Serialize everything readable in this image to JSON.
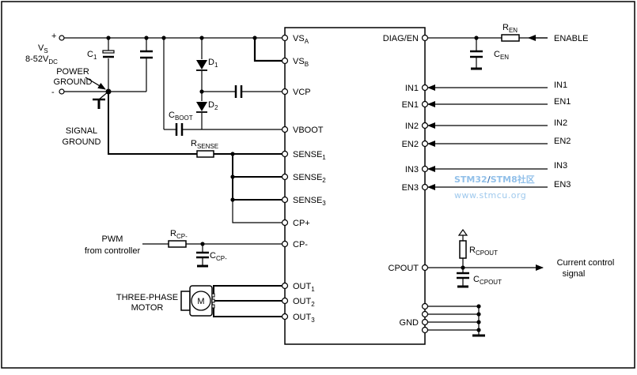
{
  "power": {
    "plus": "+",
    "minus": "-",
    "vs_main": "V",
    "vs_sub": "S",
    "vs_range_main": "8-52V",
    "vs_range_sub": "DC",
    "power_ground_line1": "POWER",
    "power_ground_line2": "GROUND",
    "signal_ground_line1": "SIGNAL",
    "signal_ground_line2": "GROUND"
  },
  "components": {
    "c1_main": "C",
    "c1_sub": "1",
    "d1_main": "D",
    "d1_sub": "1",
    "d2_main": "D",
    "d2_sub": "2",
    "cboot_main": "C",
    "cboot_sub": "BOOT",
    "rsense_main": "R",
    "rsense_sub": "SENSE",
    "ren_main": "R",
    "ren_sub": "EN",
    "cen_main": "C",
    "cen_sub": "EN",
    "rcp_main": "R",
    "rcp_sub": "CP-",
    "ccp_main": "C",
    "ccp_sub": "CP-",
    "rcpout_main": "R",
    "rcpout_sub": "CPOUT",
    "ccpout_main": "C",
    "ccpout_sub": "CPOUT",
    "motor_letter": "M"
  },
  "chip": {
    "left_pins": [
      {
        "main": "VS",
        "sub": "A"
      },
      {
        "main": "VS",
        "sub": "B"
      },
      {
        "main": "VCP",
        "sub": ""
      },
      {
        "main": "VBOOT",
        "sub": ""
      },
      {
        "main": "SENSE",
        "sub": "1"
      },
      {
        "main": "SENSE",
        "sub": "2"
      },
      {
        "main": "SENSE",
        "sub": "3"
      },
      {
        "main": "CP+",
        "sub": ""
      },
      {
        "main": "CP-",
        "sub": ""
      },
      {
        "main": "OUT",
        "sub": "1"
      },
      {
        "main": "OUT",
        "sub": "2"
      },
      {
        "main": "OUT",
        "sub": "3"
      }
    ],
    "right_pins": [
      "DIAG/EN",
      "IN1",
      "EN1",
      "IN2",
      "EN2",
      "IN3",
      "EN3",
      "CPOUT",
      "GND"
    ]
  },
  "signals": {
    "enable": "ENABLE",
    "in1": "IN1",
    "en1": "EN1",
    "in2": "IN2",
    "en2": "EN2",
    "in3": "IN3",
    "en3": "EN3",
    "pwm_line1": "PWM",
    "pwm_line2": "from controller",
    "motor_line1": "THREE-PHASE",
    "motor_line2": "MOTOR",
    "current_line1": "Current control",
    "current_line2": "signal"
  },
  "watermark": {
    "line1_a": "STM32",
    "line1_b": "/",
    "line1_c": "STM8",
    "line1_d": "社区",
    "line2": "www.stmcu.org"
  }
}
